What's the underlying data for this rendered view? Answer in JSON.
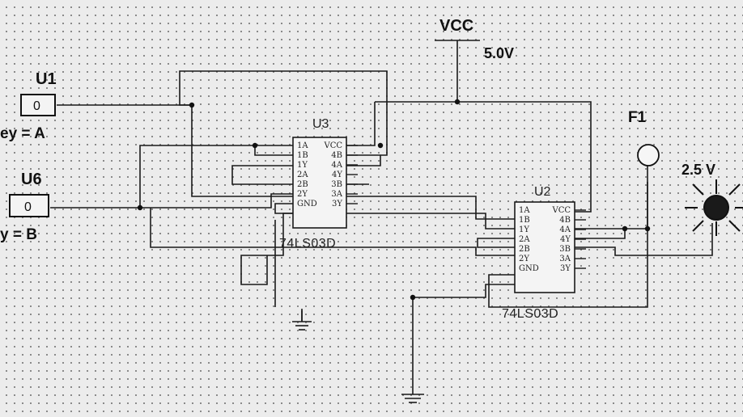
{
  "vcc": {
    "label": "VCC",
    "value": "5.0V"
  },
  "u1": {
    "name": "U1",
    "value": "0",
    "key": "ey = A"
  },
  "u6": {
    "name": "U6",
    "value": "0",
    "key": "y = B"
  },
  "u3": {
    "name": "U3",
    "type": "74LS03D",
    "left_pins": [
      "1A",
      "1B",
      "1Y",
      "2A",
      "2B",
      "2Y",
      "GND"
    ],
    "right_pins": [
      "VCC",
      "4B",
      "4A",
      "4Y",
      "3B",
      "3A",
      "3Y"
    ]
  },
  "u2": {
    "name": "U2",
    "type": "74LS03D",
    "left_pins": [
      "1A",
      "1B",
      "1Y",
      "2A",
      "2B",
      "2Y",
      "GND"
    ],
    "right_pins": [
      "VCC",
      "4B",
      "4A",
      "4Y",
      "3B",
      "3A",
      "3Y"
    ]
  },
  "f1": {
    "name": "F1"
  },
  "probe": {
    "value": "2.5 V"
  }
}
